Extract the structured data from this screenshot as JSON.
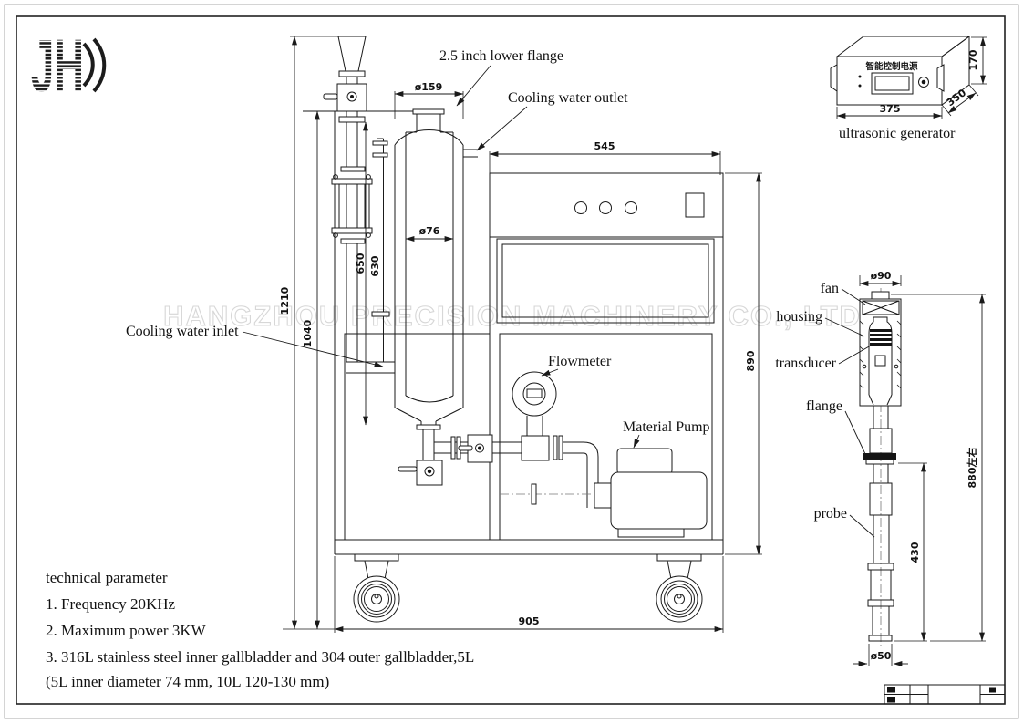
{
  "company": {
    "logo_text": "JH",
    "watermark": "HANGZHOU PRECISION MACHINERY CO., LTD"
  },
  "colors": {
    "line": "#1a1a1a",
    "watermark_gray": "#d7d7d7"
  },
  "main_view": {
    "labels": {
      "lower_flange": "2.5 inch lower flange",
      "cooling_outlet": "Cooling water outlet",
      "cooling_inlet": "Cooling water inlet",
      "flowmeter": "Flowmeter",
      "material_pump": "Material Pump"
    },
    "dimensions": {
      "vessel_diameter": "ø159",
      "inner_tube_diameter": "ø76",
      "shell_height": "650",
      "tube_height": "630",
      "total_height": "1210",
      "frame_height": "1040",
      "cabinet_width": "545",
      "cabinet_height": "890",
      "base_width": "905"
    }
  },
  "generator_view": {
    "label": "ultrasonic generator",
    "panel_text": "智能控制电源",
    "dimensions": {
      "width": "375",
      "depth": "350",
      "height": "170"
    }
  },
  "probe_view": {
    "labels": {
      "fan": "fan",
      "housing": "housing",
      "transducer": "transducer",
      "flange": "flange",
      "probe": "probe"
    },
    "dimensions": {
      "top_diameter": "ø90",
      "total_length": "880左右",
      "probe_length": "430",
      "tip_diameter": "ø50"
    }
  },
  "technical_parameters": {
    "title": "technical parameter",
    "items": [
      "1. Frequency 20KHz",
      "2. Maximum power 3KW",
      "3. 316L stainless steel inner gallbladder and 304 outer gallbladder,5L",
      "(5L inner diameter 74 mm, 10L 120-130 mm)"
    ]
  }
}
